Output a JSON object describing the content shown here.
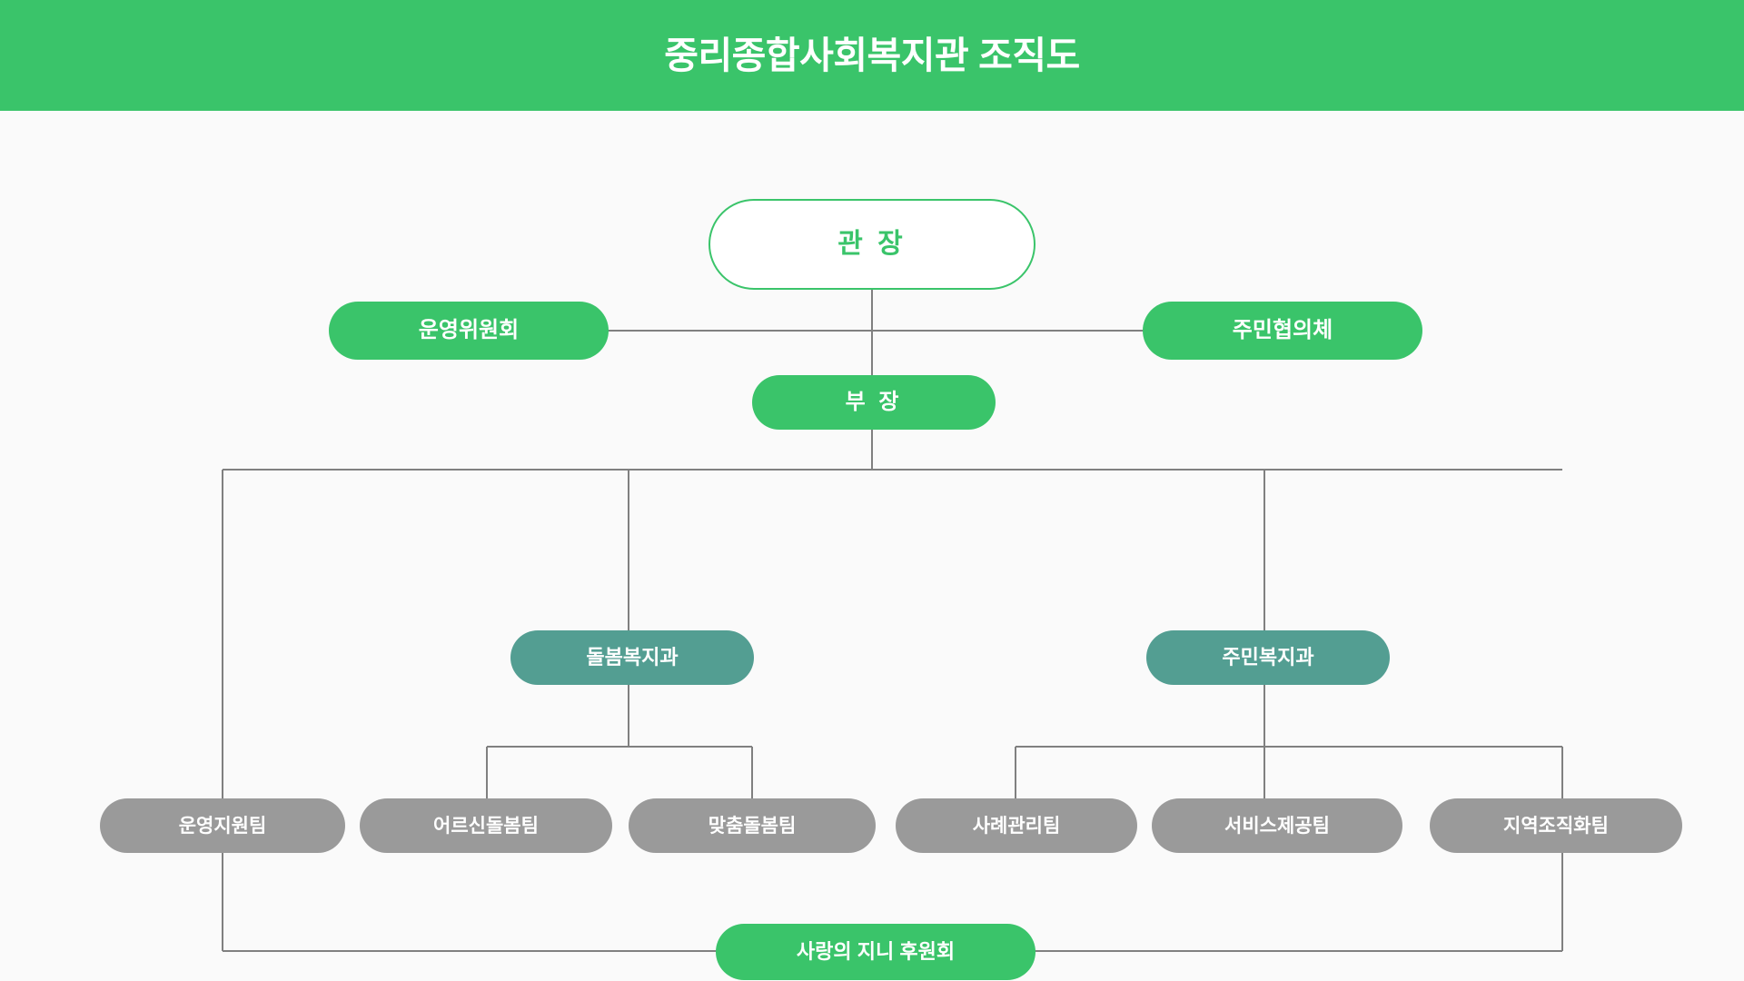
{
  "header": {
    "title": "중리종합사회복지관 조직도",
    "background_color": "#3ac46a",
    "text_color": "#ffffff"
  },
  "theme": {
    "page_background": "#fafafa",
    "green": "#3ac46a",
    "teal": "#539e92",
    "gray": "#9a9a9a",
    "connector": "#808080",
    "white": "#ffffff"
  },
  "org_chart": {
    "type": "org-chart",
    "title": "중리종합사회복지관 조직도",
    "nodes": [
      {
        "id": "director",
        "label": "관 장",
        "level": 0,
        "style": "outline-green"
      },
      {
        "id": "steering",
        "label": "운영위원회",
        "level": 1,
        "style": "green"
      },
      {
        "id": "residents",
        "label": "주민협의체",
        "level": 1,
        "style": "green"
      },
      {
        "id": "manager",
        "label": "부 장",
        "level": 2,
        "style": "green"
      },
      {
        "id": "care-dept",
        "label": "돌봄복지과",
        "level": 3,
        "style": "teal"
      },
      {
        "id": "resident-dept",
        "label": "주민복지과",
        "level": 3,
        "style": "teal"
      },
      {
        "id": "ops-team",
        "label": "운영지원팀",
        "level": 4,
        "style": "gray"
      },
      {
        "id": "elder-team",
        "label": "어르신돌봄팀",
        "level": 4,
        "style": "gray"
      },
      {
        "id": "custom-team",
        "label": "맞춤돌봄팀",
        "level": 4,
        "style": "gray"
      },
      {
        "id": "case-team",
        "label": "사례관리팀",
        "level": 4,
        "style": "gray"
      },
      {
        "id": "service-team",
        "label": "서비스제공팀",
        "level": 4,
        "style": "gray"
      },
      {
        "id": "community-team",
        "label": "지역조직화팀",
        "level": 4,
        "style": "gray"
      },
      {
        "id": "sponsor",
        "label": "사랑의 지니 후원회",
        "level": 5,
        "style": "green"
      }
    ],
    "edges": [
      {
        "from": "director",
        "to": "steering",
        "kind": "advisory"
      },
      {
        "from": "director",
        "to": "residents",
        "kind": "advisory"
      },
      {
        "from": "director",
        "to": "manager",
        "kind": "line"
      },
      {
        "from": "manager",
        "to": "care-dept",
        "kind": "line"
      },
      {
        "from": "manager",
        "to": "resident-dept",
        "kind": "line"
      },
      {
        "from": "manager",
        "to": "ops-team",
        "kind": "line"
      },
      {
        "from": "care-dept",
        "to": "elder-team",
        "kind": "line"
      },
      {
        "from": "care-dept",
        "to": "custom-team",
        "kind": "line"
      },
      {
        "from": "resident-dept",
        "to": "case-team",
        "kind": "line"
      },
      {
        "from": "resident-dept",
        "to": "service-team",
        "kind": "line"
      },
      {
        "from": "resident-dept",
        "to": "community-team",
        "kind": "line"
      },
      {
        "from": "ops-team",
        "to": "sponsor",
        "kind": "line"
      },
      {
        "from": "community-team",
        "to": "sponsor",
        "kind": "line"
      }
    ]
  }
}
